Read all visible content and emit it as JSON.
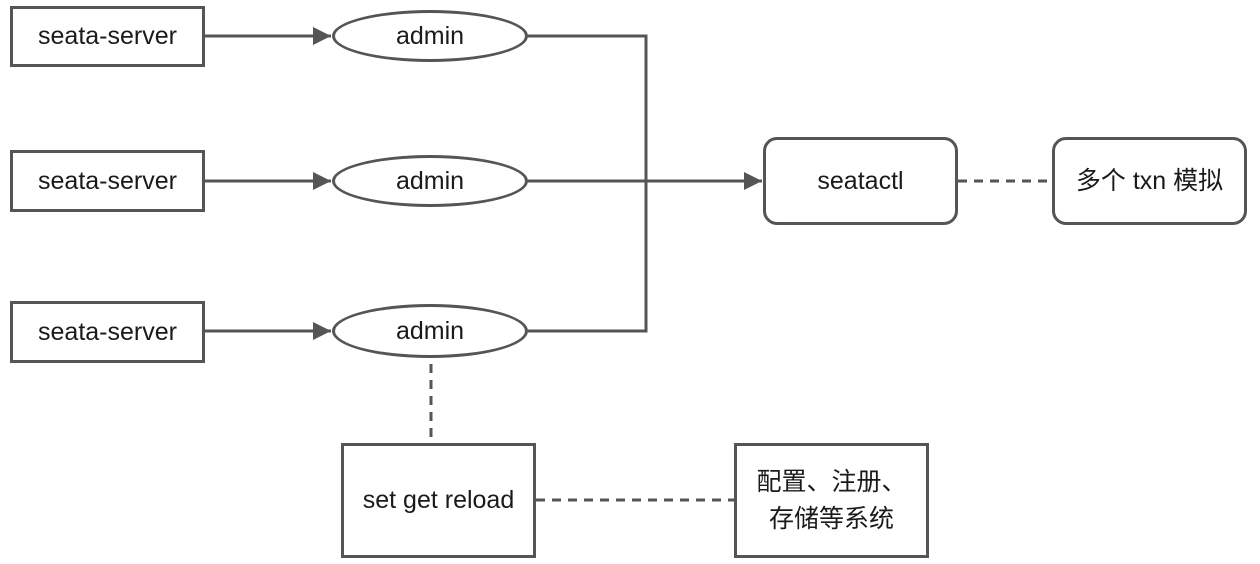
{
  "nodes": {
    "server_1": "seata-server",
    "server_2": "seata-server",
    "server_3": "seata-server",
    "admin_1": "admin",
    "admin_2": "admin",
    "admin_3": "admin",
    "seatactl": "seatactl",
    "txn": "多个 txn 模拟",
    "setget": "set get reload",
    "config_line1": "配置、注册、",
    "config_line2": "存储等系统"
  },
  "colors": {
    "stroke": "#555555",
    "text": "#1a1a1a",
    "background": "#ffffff"
  }
}
